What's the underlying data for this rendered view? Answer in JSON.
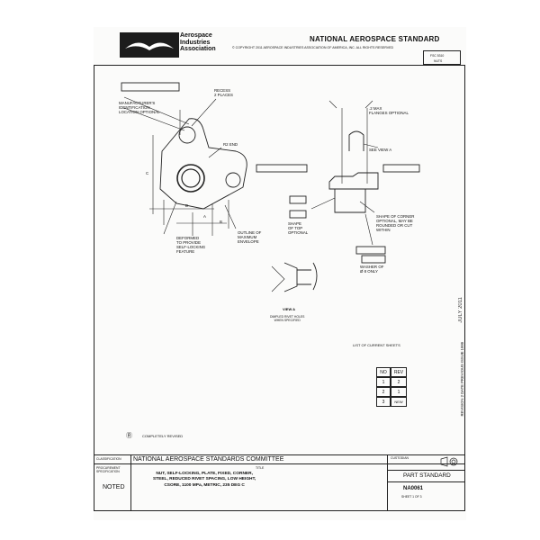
{
  "header": {
    "org_line1": "Aerospace",
    "org_line2": "Industries",
    "org_line3": "Association",
    "standard_title": "NATIONAL AEROSPACE STANDARD",
    "copyright": "© COPYRIGHT 2011 AEROSPACE INDUSTRIES ASSOCIATION OF AMERICA, INC. ALL RIGHTS RESERVED",
    "corner_box_line1": "FSC 5310",
    "corner_box_line2": "NUTS"
  },
  "drawing": {
    "label_recess": "RECESS\n2 PLACES",
    "label_mfr_id": "MANUFACTURER'S\nIDENTIFICATION\nLOCATION OPTIONAL",
    "label_r_end": "R2 END",
    "label_deformed": "DEFORMED\nTO PROVIDE\nSELF-LOCKING\nFEATURE",
    "label_outline": "OUTLINE OF\nMAXIMUM\nENVELOPE",
    "label_flanges": ".2 MAX\nFLANGES OPTIONAL",
    "label_see_view_a": "SEE VIEW A",
    "label_shape_top": "SHAPE\nOF TOP\nOPTIONAL",
    "label_corner_shape": "SHAPE OF CORNER\nOPTIONAL, MAY BE\nROUNDED OR CUT\nWITHIN",
    "label_washer": "WASHER OF\nØ 8 ONLY",
    "view_a_title": "VIEW A",
    "view_a_caption": "DIMPLED RIVET HOLES\nWHEN SPECIFIED",
    "dim_a": "A",
    "dim_b": "B",
    "dim_c": "C",
    "dim_d": "D"
  },
  "sheets": {
    "title": "LIST OF CURRENT SHEETS",
    "headers": [
      "NO",
      "REV"
    ],
    "rows": [
      [
        "1",
        "2"
      ],
      [
        "2",
        "1"
      ],
      [
        "3",
        "NEW"
      ]
    ]
  },
  "revision_note": "COMPLETELY REVISED",
  "revision_symbol": "Ⓡ",
  "title_block": {
    "classification": "CLASSIFICATION",
    "committee": "NATIONAL AEROSPACE STANDARDS COMMITTEE",
    "procurement_label": "PROCUREMENT\nSPECIFICATION",
    "noted": "NOTED",
    "title_label": "TITLE",
    "title": "NUT, SELF-LOCKING, PLATE, FIXED, CORNER,\nSTEEL, REDUCED RIVET SPACING, LOW HEIGHT,\nCSORE, 1100 MPa, METRIC, 235 DEG C",
    "part_standard": "PART STANDARD",
    "part_number": "NA0061",
    "sheet_label": "SHEET 1 OF 3",
    "symbol_label": "CUSTODIAN"
  },
  "side": {
    "revision_date": "JULY 2011",
    "side_note": "REVISION 2   DATE   PREVIOUS ISSUE   1999"
  }
}
